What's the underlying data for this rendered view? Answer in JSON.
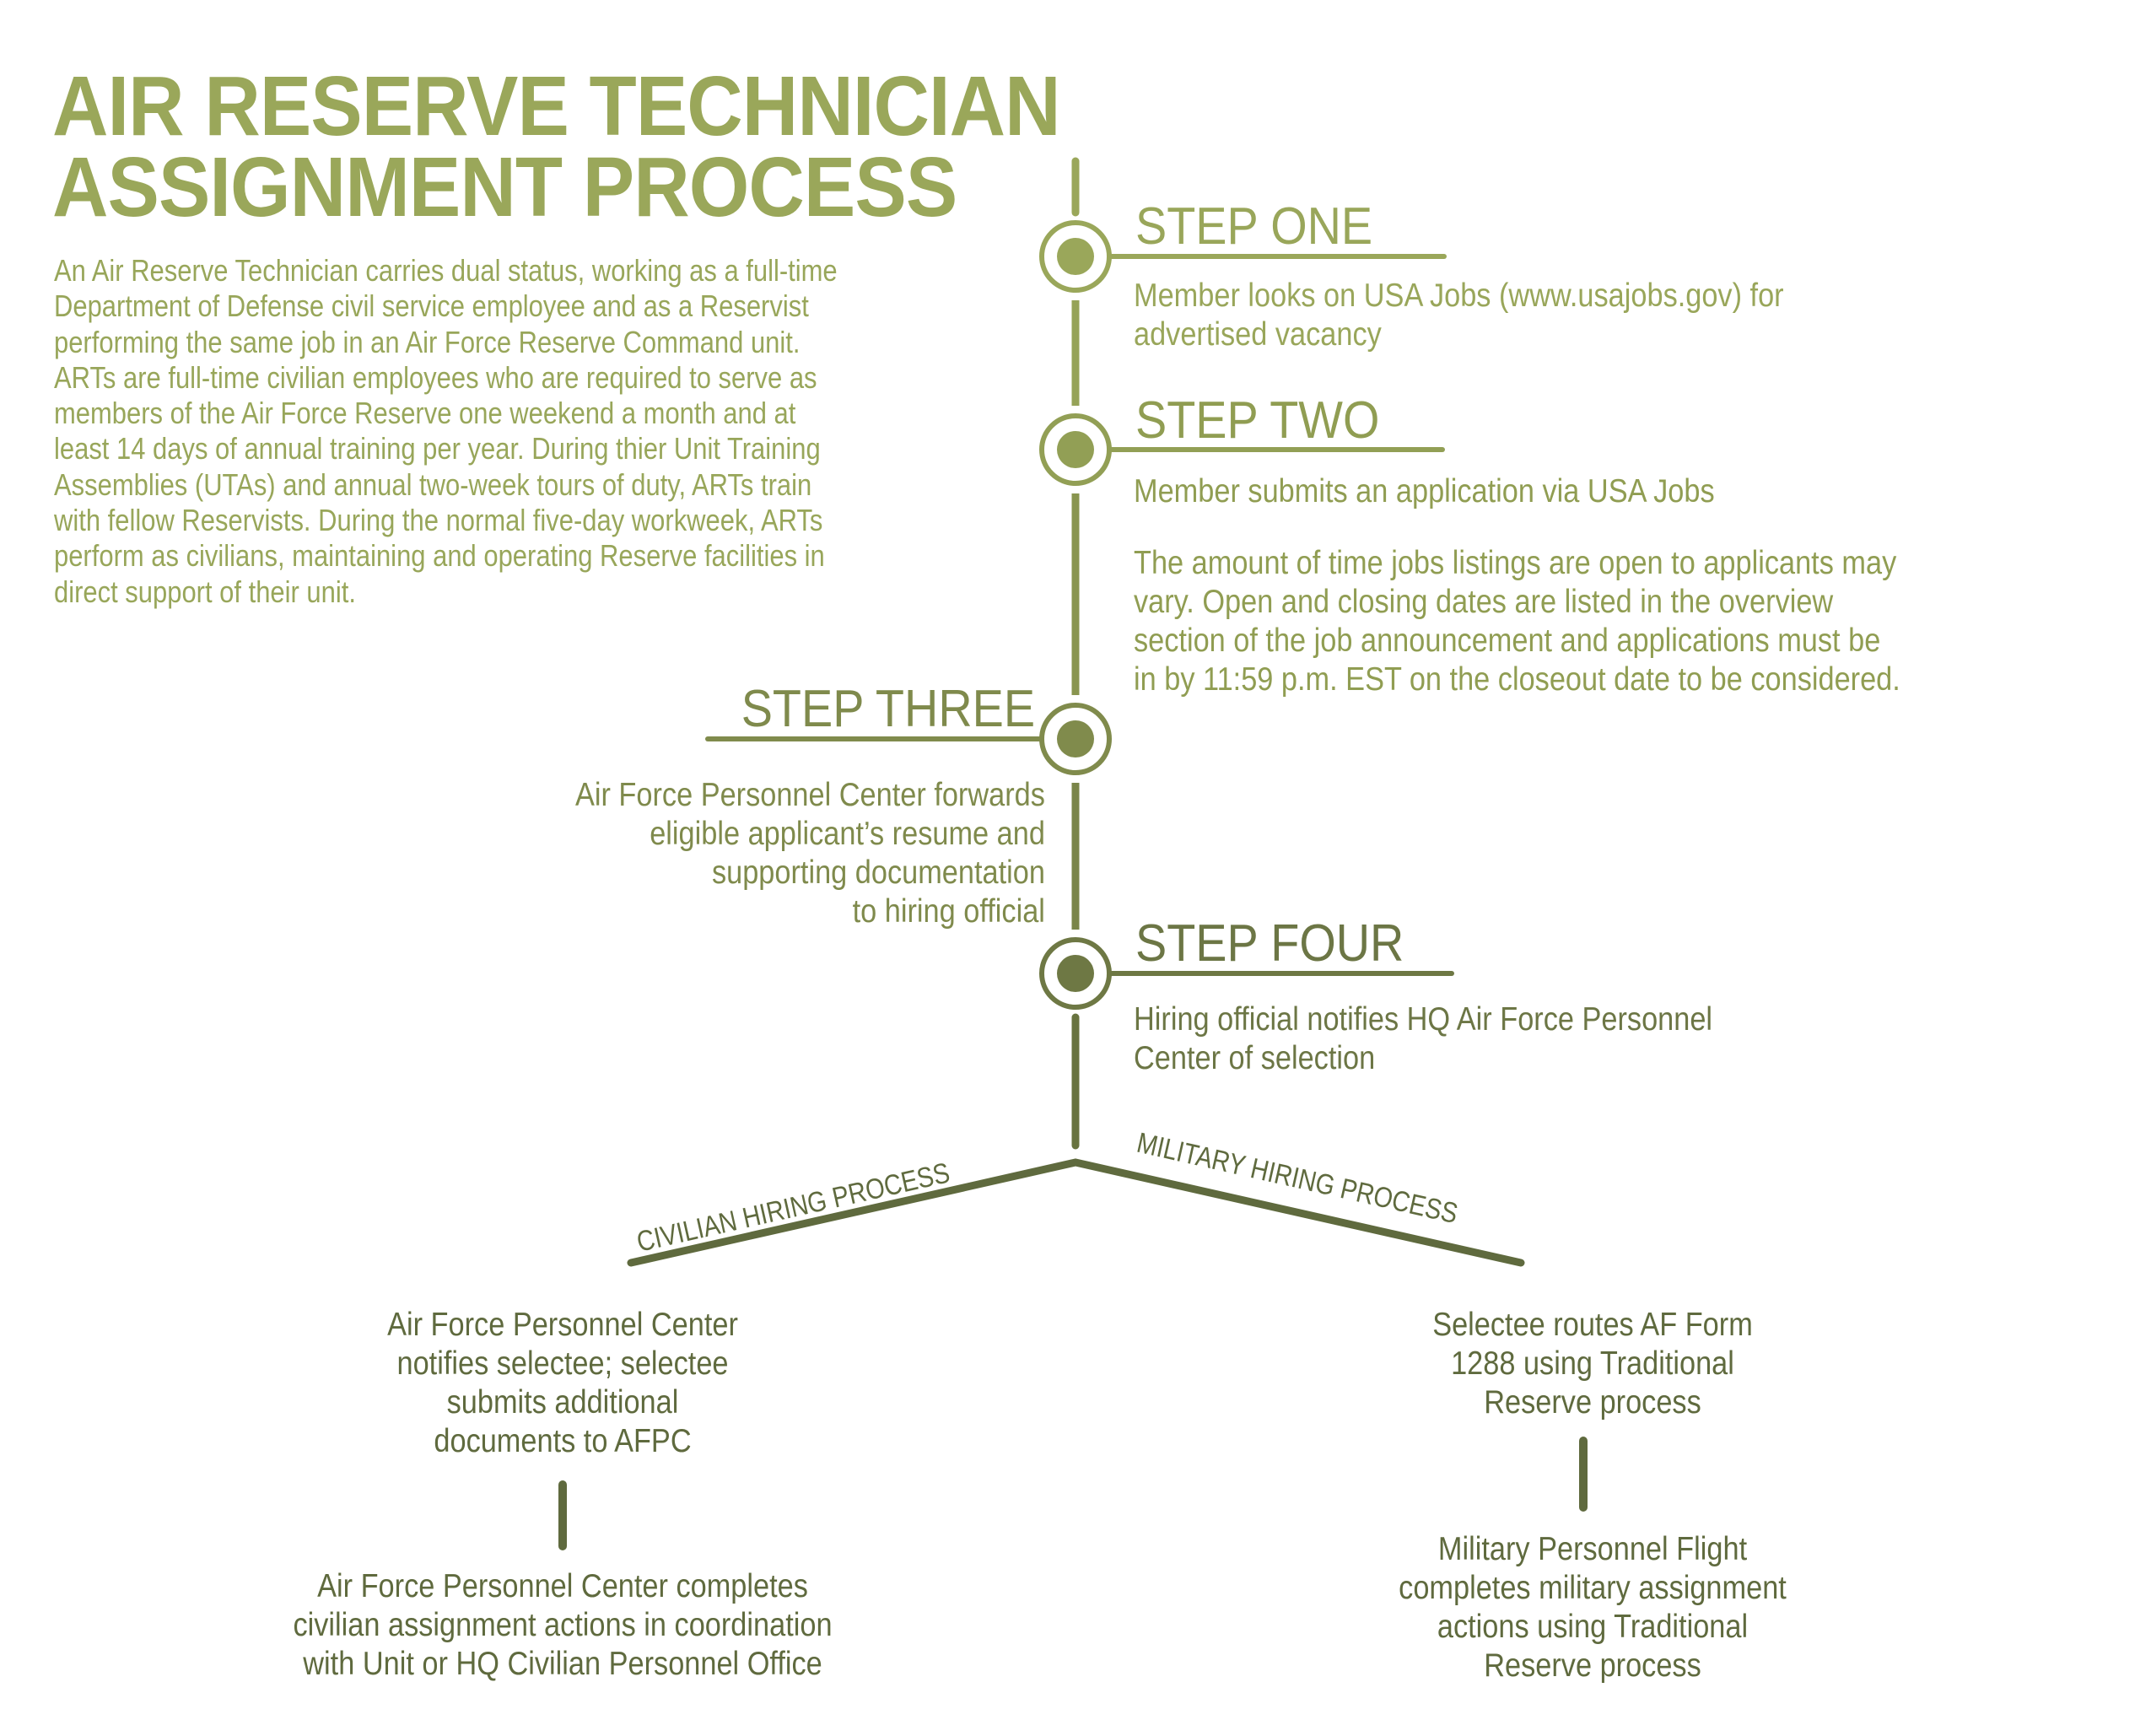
{
  "title": {
    "line1": "AIR RESERVE TECHNICIAN",
    "line2": "ASSIGNMENT PROCESS"
  },
  "intro": {
    "lines": [
      "An Air Reserve Technician carries dual status, working as a full-time",
      "Department of Defense civil service employee and as a Reservist",
      "performing the same job in an Air Force Reserve Command unit.",
      "ARTs are full-time civilian employees who are required to serve as",
      "members of the Air Force Reserve one weekend a month and at",
      "least 14 days of annual training per year. During thier Unit Training",
      "Assemblies (UTAs) and annual two-week tours of duty, ARTs train",
      "with fellow Reservists. During the normal five-day workweek, ARTs",
      "perform as civilians, maintaining and operating Reserve facilities in",
      "direct support of their unit."
    ]
  },
  "steps": [
    {
      "heading": "STEP ONE",
      "lines": [
        "Member looks on USA Jobs (www.usajobs.gov) for",
        "advertised vacancy"
      ]
    },
    {
      "heading": "STEP TWO",
      "lines": [
        "Member submits an application via USA Jobs"
      ],
      "note_lines": [
        "The amount of time jobs listings are open to applicants may",
        "vary. Open and closing dates are listed in the overview",
        "section of the job announcement and applications must be",
        "in by 11:59 p.m. EST on the closeout date to be considered."
      ]
    },
    {
      "heading": "STEP THREE",
      "lines": [
        "Air Force Personnel Center forwards",
        "eligible applicant’s resume and",
        "supporting  documentation",
        "to hiring official"
      ]
    },
    {
      "heading": "STEP FOUR",
      "lines": [
        "Hiring official notifies HQ Air Force Personnel",
        "Center of selection"
      ]
    }
  ],
  "branches": {
    "civilian": {
      "label": "CIVILIAN HIRING PROCESS",
      "first_lines": [
        "Air Force Personnel Center",
        "notifies selectee; selectee",
        "submits additional",
        "documents to AFPC"
      ],
      "second_lines": [
        "Air Force Personnel Center completes",
        "civilian assignment actions in coordination",
        "with Unit or HQ Civilian Personnel Office"
      ]
    },
    "military": {
      "label": "MILITARY HIRING PROCESS",
      "first_lines": [
        "Selectee routes AF Form",
        "1288 using Traditional",
        "Reserve process"
      ],
      "second_lines": [
        "Military Personnel Flight",
        "completes military assignment",
        "actions using Traditional",
        "Reserve process"
      ]
    }
  },
  "colors": {
    "light_olive": "#9aa75a",
    "mid_olive": "#848f4e",
    "dark_olive": "#5f6a3e"
  }
}
